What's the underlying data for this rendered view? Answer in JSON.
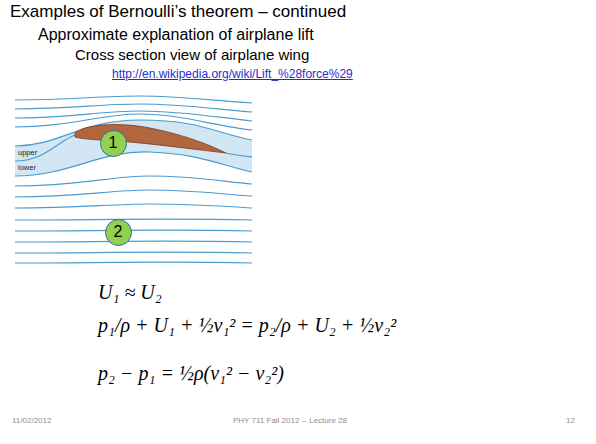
{
  "diagram": {
    "title": "Examples of Bernoulli’s theorem – continued",
    "nodes": [
      {
        "text": [
          "1"
        ]
      },
      {
        "text": [
          "2"
        ]
      }
    ],
    "labels": [
      "Approximate explanation of airplane lift",
      "Cross section view of airplane wing",
      "http://en.wikipedia.org/wiki/Lift_%28force%29",
      "upper",
      "lower",
      "U₁ ≈ U₂",
      "p₁/ρ + U₁ + ½v₁² = p₂/ρ + U₂ + ½v₂²",
      "p₂ − p₁ = ½ρ(v₁² − v₂²)",
      "11/02/2012",
      "PHY 711 Fall 2012 -- Lecture 28",
      "12"
    ]
  }
}
